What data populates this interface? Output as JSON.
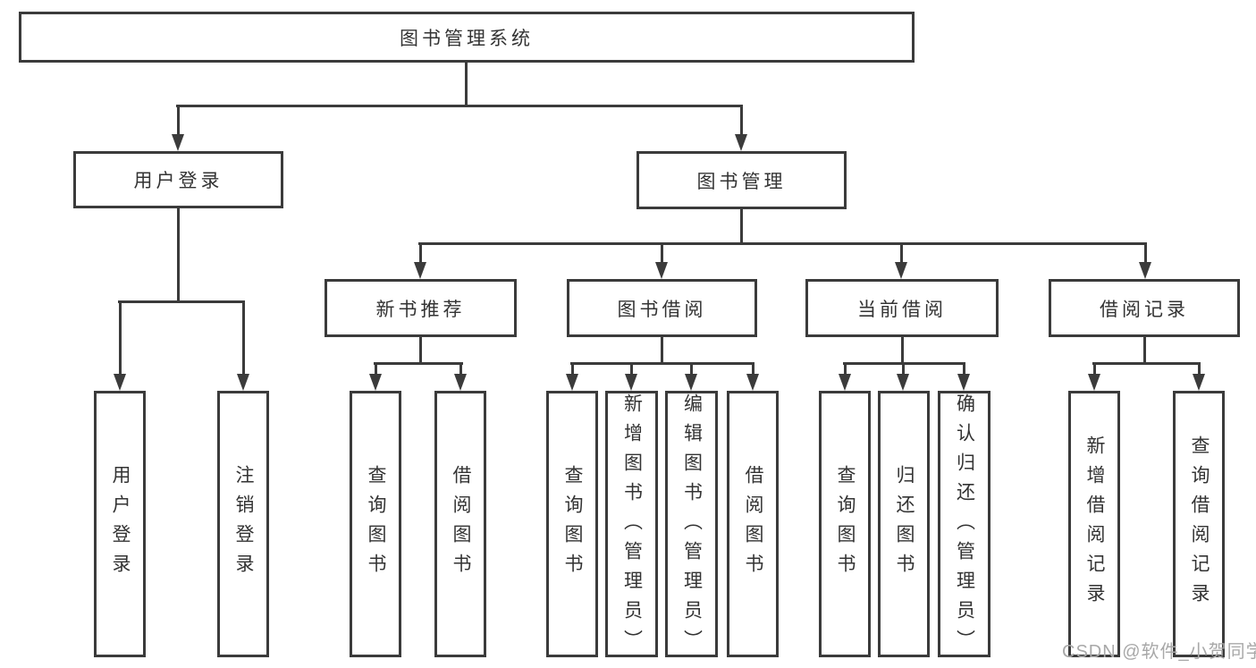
{
  "diagram": {
    "root": {
      "label": "图书管理系统"
    },
    "user_login": {
      "label": "用户登录",
      "children": [
        {
          "label": "用户登录"
        },
        {
          "label": "注销登录"
        }
      ]
    },
    "book_mgmt": {
      "label": "图书管理",
      "new_book_rec": {
        "label": "新书推荐",
        "children": [
          {
            "label": "查询图书"
          },
          {
            "label": "借阅图书"
          }
        ]
      },
      "book_borrow": {
        "label": "图书借阅",
        "children": [
          {
            "label": "查询图书"
          },
          {
            "label": "新增图书（管理员）"
          },
          {
            "label": "编辑图书（管理员）"
          },
          {
            "label": "借阅图书"
          }
        ]
      },
      "current_borrow": {
        "label": "当前借阅",
        "children": [
          {
            "label": "查询图书"
          },
          {
            "label": "归还图书"
          },
          {
            "label": "确认归还（管理员）"
          }
        ]
      },
      "borrow_records": {
        "label": "借阅记录",
        "children": [
          {
            "label": "新增借阅记录"
          },
          {
            "label": "查询借阅记录"
          }
        ]
      }
    }
  },
  "watermark": "CSDN @软件_小贺同学",
  "colors": {
    "line": "#3b3b3b",
    "text": "#333333",
    "watermark": "#a8a8a8",
    "background": "#ffffff"
  }
}
